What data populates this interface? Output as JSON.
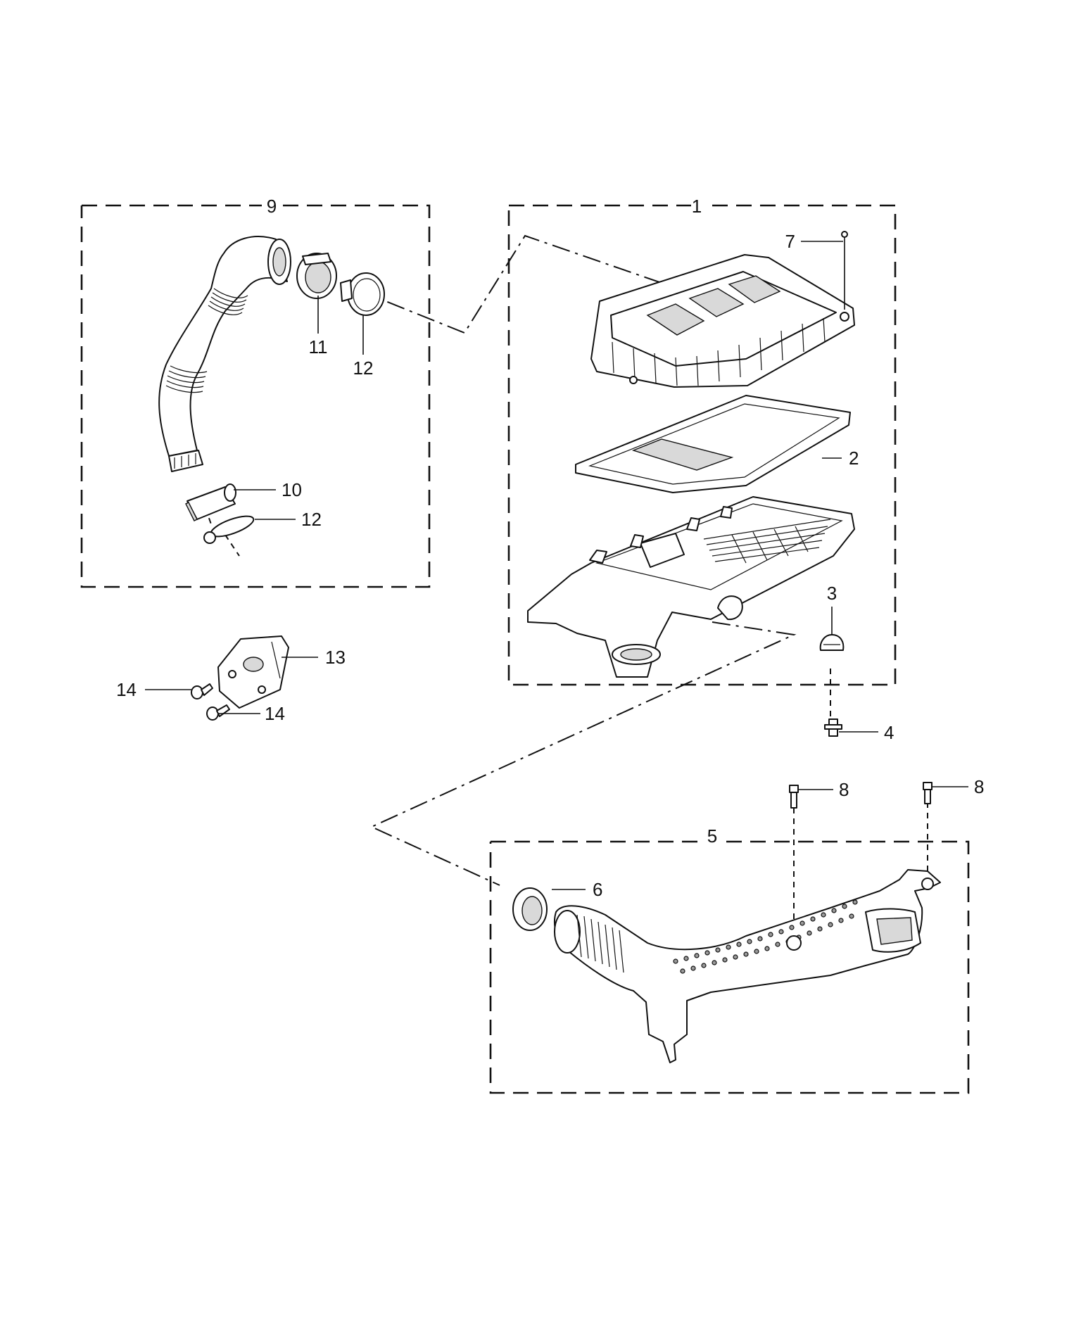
{
  "callouts": {
    "c1": "1",
    "c2": "2",
    "c3": "3",
    "c4": "4",
    "c5": "5",
    "c6": "6",
    "c7": "7",
    "c8a": "8",
    "c8b": "8",
    "c9": "9",
    "c10": "10",
    "c11": "11",
    "c12a": "12",
    "c12b": "12",
    "c13": "13",
    "c14a": "14",
    "c14b": "14"
  }
}
